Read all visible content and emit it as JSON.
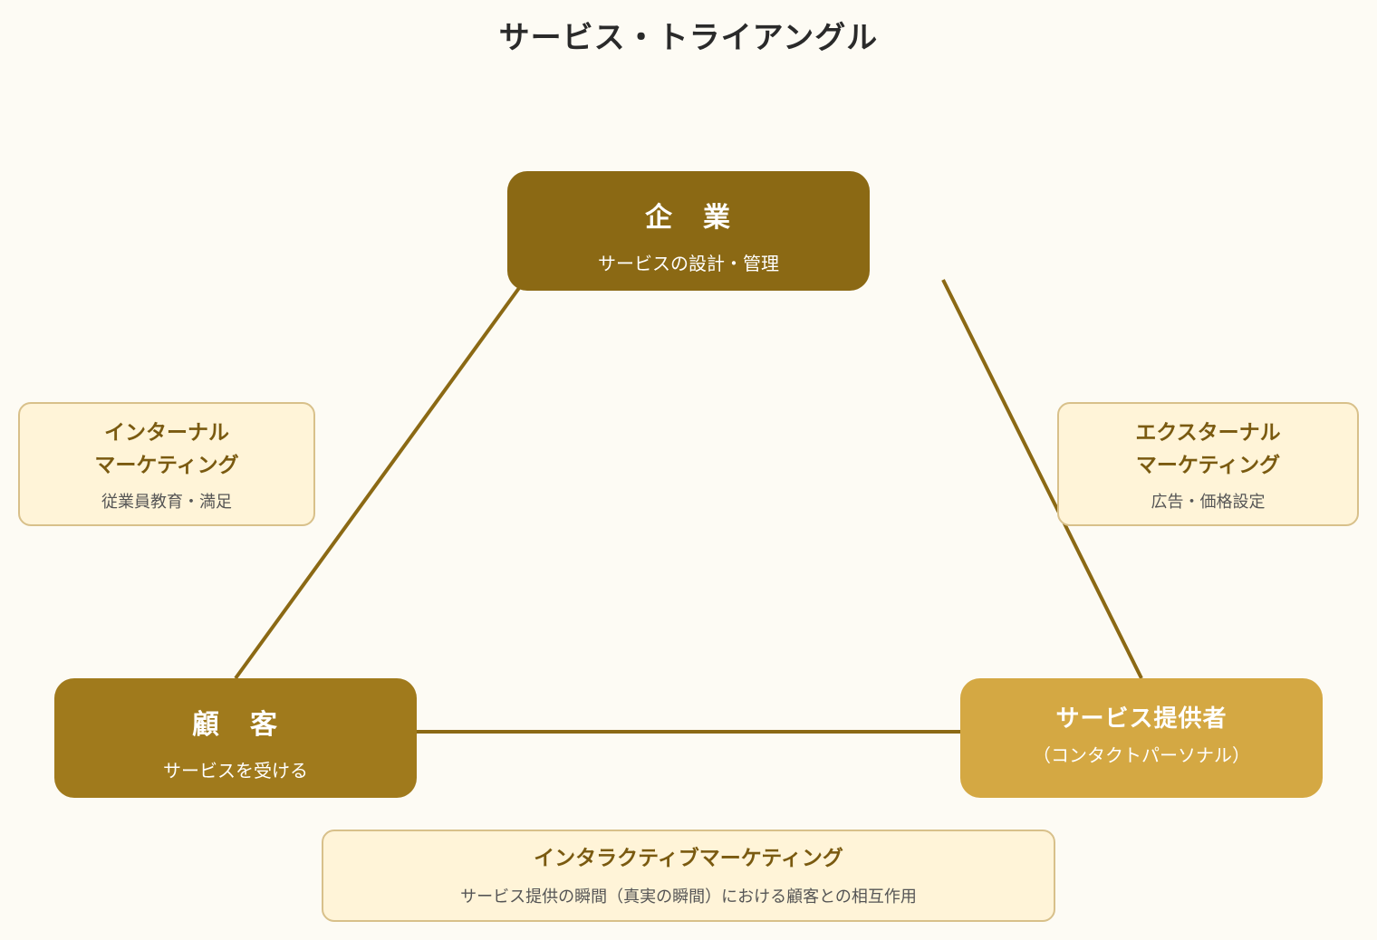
{
  "title": "サービス・トライアングル",
  "colors": {
    "background": "#fdfbf4",
    "company": "#8b6914",
    "customer": "#a07a1c",
    "provider": "#d4a843",
    "line": "#8b6914",
    "marketing_box_fill": "#fff4d8",
    "marketing_box_border": "#d8c08a",
    "marketing_title": "#7a5a10"
  },
  "nodes": {
    "company": {
      "label": "企　業",
      "sub": "サービスの設計・管理"
    },
    "customer": {
      "label": "顧　客",
      "sub": "サービスを受ける"
    },
    "provider": {
      "label": "サービス提供者",
      "sub": "（コンタクトパーソナル）"
    }
  },
  "marketing": {
    "internal": {
      "title_line1": "インターナル",
      "title_line2": "マーケティング",
      "desc": "従業員教育・満足"
    },
    "external": {
      "title_line1": "エクスターナル",
      "title_line2": "マーケティング",
      "desc": "広告・価格設定"
    },
    "interactive": {
      "title": "インタラクティブマーケティング",
      "desc": "サービス提供の瞬間（真実の瞬間）における顧客との相互作用"
    }
  }
}
